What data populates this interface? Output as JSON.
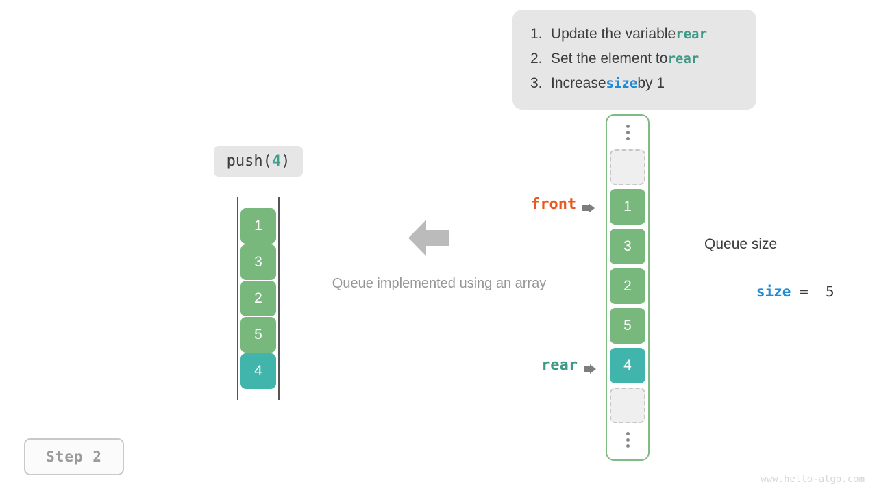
{
  "instructions": {
    "items": [
      {
        "num": "1.",
        "pre": "Update the variable ",
        "keyword": "rear",
        "post": ""
      },
      {
        "num": "2.",
        "pre": "Set the element to ",
        "keyword": "rear",
        "post": ""
      },
      {
        "num": "3.",
        "pre": "Increase ",
        "keyword": "size",
        "post": " by 1"
      }
    ]
  },
  "operation": {
    "name": "push(",
    "value": "4",
    "close": ")"
  },
  "array": {
    "cells": [
      {
        "value": "1",
        "state": "filled"
      },
      {
        "value": "3",
        "state": "filled"
      },
      {
        "value": "2",
        "state": "filled"
      },
      {
        "value": "5",
        "state": "filled"
      },
      {
        "value": "4",
        "state": "new"
      }
    ]
  },
  "center": {
    "caption": "Queue implemented using an array",
    "arrow_icon": "arrow-left-icon"
  },
  "queue": {
    "top_ellipsis": "vertical-ellipsis",
    "bottom_ellipsis": "vertical-ellipsis",
    "cells": [
      {
        "value": "",
        "state": "empty"
      },
      {
        "value": "1",
        "state": "filled"
      },
      {
        "value": "3",
        "state": "filled"
      },
      {
        "value": "2",
        "state": "filled"
      },
      {
        "value": "5",
        "state": "filled"
      },
      {
        "value": "4",
        "state": "new"
      },
      {
        "value": "",
        "state": "empty"
      }
    ]
  },
  "pointers": {
    "front": "front",
    "rear": "rear"
  },
  "size_readout": {
    "title": "Queue size",
    "name": "size",
    "expression": " =  5"
  },
  "step": {
    "label": "Step 2"
  },
  "watermark": {
    "text": "www.hello-algo.com"
  },
  "colors": {
    "filled": "#78b87c",
    "new": "#41b5ab",
    "container_border": "#7fbb83",
    "front_accent": "#e8581c",
    "rear_accent": "#3e9a86",
    "size_accent": "#1f8ad6",
    "panel_bg": "#e6e6e6",
    "muted_text": "#969696"
  }
}
